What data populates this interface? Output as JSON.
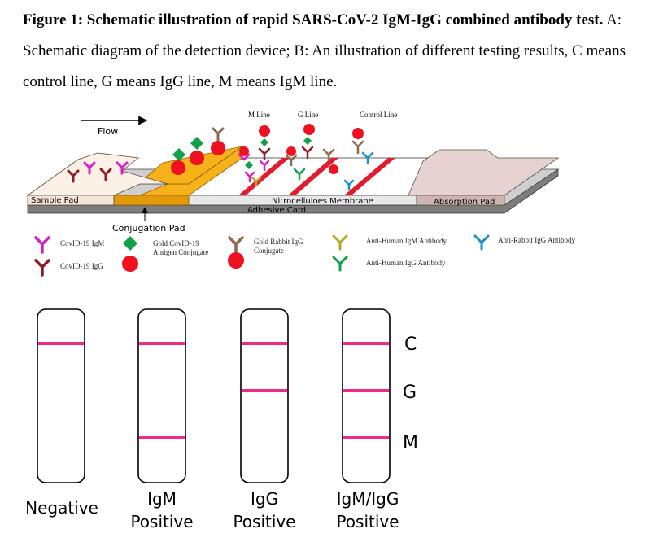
{
  "caption": {
    "bold": "Figure 1: Schematic illustration of rapid SARS-CoV-2 IgM-IgG combined antibody test.",
    "rest": " A: Schematic diagram of the detection device; B: An illustration of different testing results, C means control line, G means IgG line, M means IgM line."
  },
  "device": {
    "flow": "Flow",
    "m_line": "M Line",
    "g_line": "G Line",
    "control_line": "Control Line",
    "sample_pad": "Sample Pad",
    "conjugation_pad": "Conjugation Pad",
    "membrane": "Nitrocelluloes Membrane",
    "adhesive_card": "Adhesive Card",
    "absorption_pad": "Absorption Pad"
  },
  "legend": {
    "covid_igm": "CovID-19  IgM",
    "covid_igg": "CovID-19  IgG",
    "gold_antigen_1": "Gold CovID-19",
    "gold_antigen_2": "Antigen Conjugate",
    "gold_rabbit_1": "Gold Rabbit IgG",
    "gold_rabbit_2": "Conjugate",
    "anti_human_igm": "Anti-Human IgM Antibody",
    "anti_human_igg": "Anti-Human IgG Antibody",
    "anti_rabbit_igg": "Anti-Rabbit IgG Antibody"
  },
  "results": {
    "letters": {
      "c": "C",
      "g": "G",
      "m": "M"
    },
    "negative": "Negative",
    "igm_1": "IgM",
    "igm_2": "Positive",
    "igg_1": "IgG",
    "igg_2": "Positive",
    "both_1": "IgM/IgG",
    "both_2": "Positive"
  },
  "colors": {
    "magenta": "#d81fc4",
    "darkred": "#8e1b27",
    "green": "#12a04a",
    "red": "#ef1020",
    "olive": "#b7aa2a",
    "blue": "#1a8fc9",
    "brown": "#8a6a4e",
    "pink_line": "#ee2b8a",
    "conjugation": "#f7b21a"
  }
}
